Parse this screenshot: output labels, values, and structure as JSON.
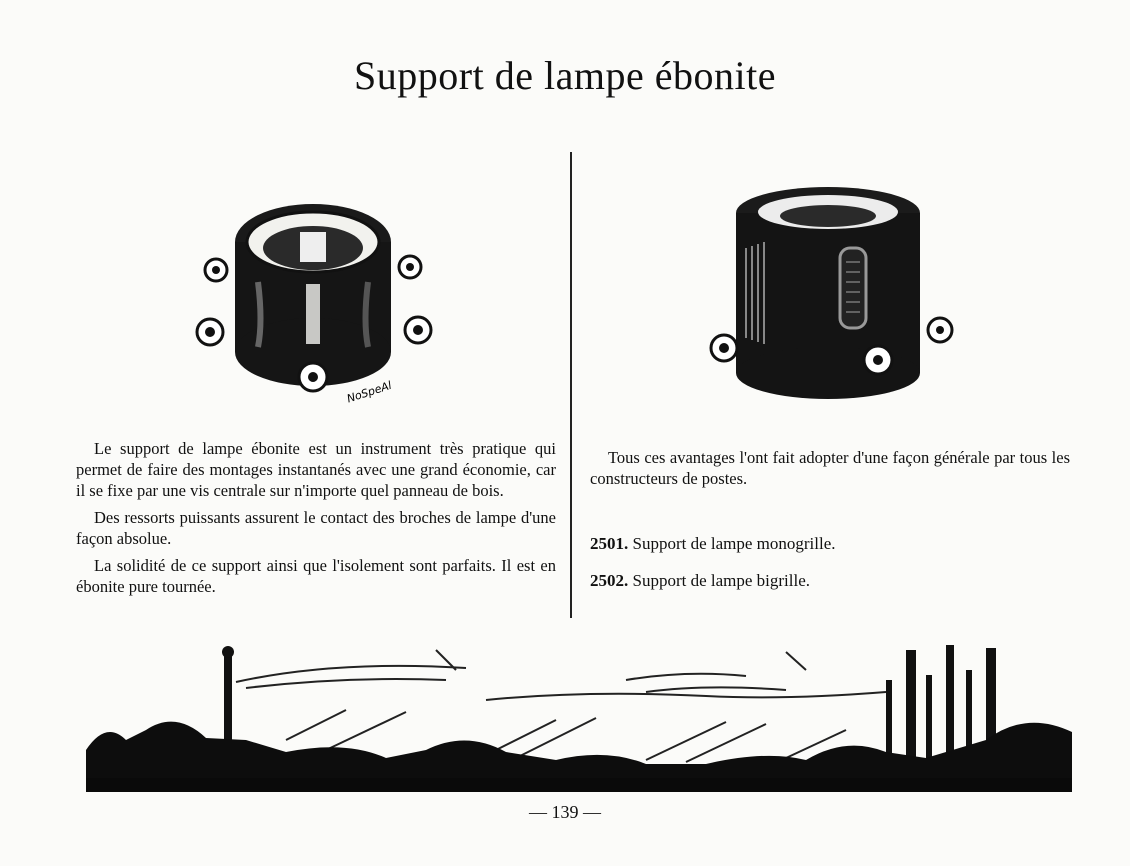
{
  "page": {
    "title": "Support de lampe ébonite",
    "footer": "— 139 —",
    "illustration_signature": "NoSpeAl"
  },
  "left_column": {
    "paragraphs": [
      "Le support de lampe ébonite est un instrument très pratique qui permet de faire des montages instantanés avec une grand économie, car il se fixe par une vis centrale sur n'importe quel panneau de bois.",
      "Des ressorts puissants assurent le contact des broches de lampe d'une façon absolue.",
      "La solidité de ce support ainsi que l'isolement sont parfaits. Il est en ébonite pure tournée."
    ]
  },
  "right_column": {
    "paragraph": "Tous ces avantages l'ont fait adopter d'une façon générale par tous les constructeurs de postes.",
    "products": [
      {
        "number": "2501.",
        "label": "Support de lampe monogrille."
      },
      {
        "number": "2502.",
        "label": "Support de lampe bigrille."
      }
    ]
  }
}
